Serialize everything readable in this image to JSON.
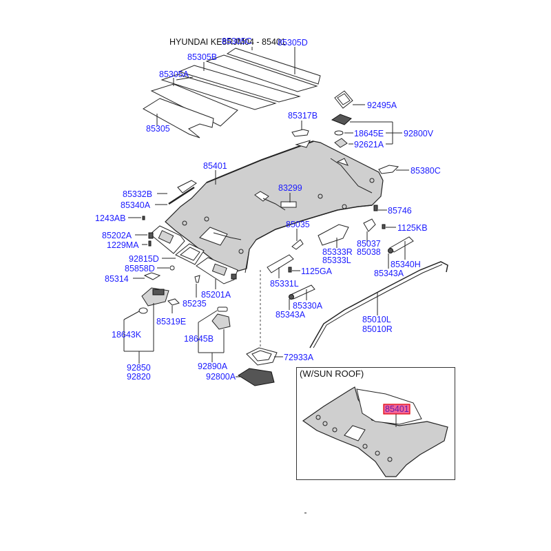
{
  "diagram": {
    "title": "HYUNDAI KE8RJM04 - 85401",
    "inset_title": "(W/SUN ROOF)",
    "highlighted_part": "85401",
    "colors": {
      "label": "#1a1aff",
      "highlight_fill": "#f2679a",
      "highlight_border": "#e00000",
      "highlight_text": "#6a1aa8"
    },
    "labels": {
      "p85305": "85305",
      "p85305A": "85305A",
      "p85305B": "85305B",
      "p85305C": "85305C",
      "p85305D": "85305D",
      "p92495A": "92495A",
      "p85317B": "85317B",
      "p18645E": "18645E",
      "p92800V": "92800V",
      "p92621A": "92621A",
      "p85401": "85401",
      "p85380C": "85380C",
      "p85332B": "85332B",
      "p85340A": "85340A",
      "p83299": "83299",
      "p85746": "85746",
      "p1243AB": "1243AB",
      "p85035": "85035",
      "p1125KB": "1125KB",
      "p85202A": "85202A",
      "p1229MA": "1229MA",
      "p85037": "85037",
      "p85038": "85038",
      "p85333R": "85333R",
      "p85333L": "85333L",
      "p85340H": "85340H",
      "p92815D": "92815D",
      "p85858D": "85858D",
      "p85343A_right": "85343A",
      "p1125GA": "1125GA",
      "p85314": "85314",
      "p85201A": "85201A",
      "p85331L": "85331L",
      "p85235": "85235",
      "p85330A": "85330A",
      "p85343A_mid": "85343A",
      "p85319E": "85319E",
      "p85010L": "85010L",
      "p85010R": "85010R",
      "p18643K": "18643K",
      "p18645B": "18645B",
      "p92850": "92850",
      "p92820": "92820",
      "p92890A": "92890A",
      "p72933A": "72933A",
      "p92800A": "92800A",
      "p85401_inset": "85401"
    }
  }
}
